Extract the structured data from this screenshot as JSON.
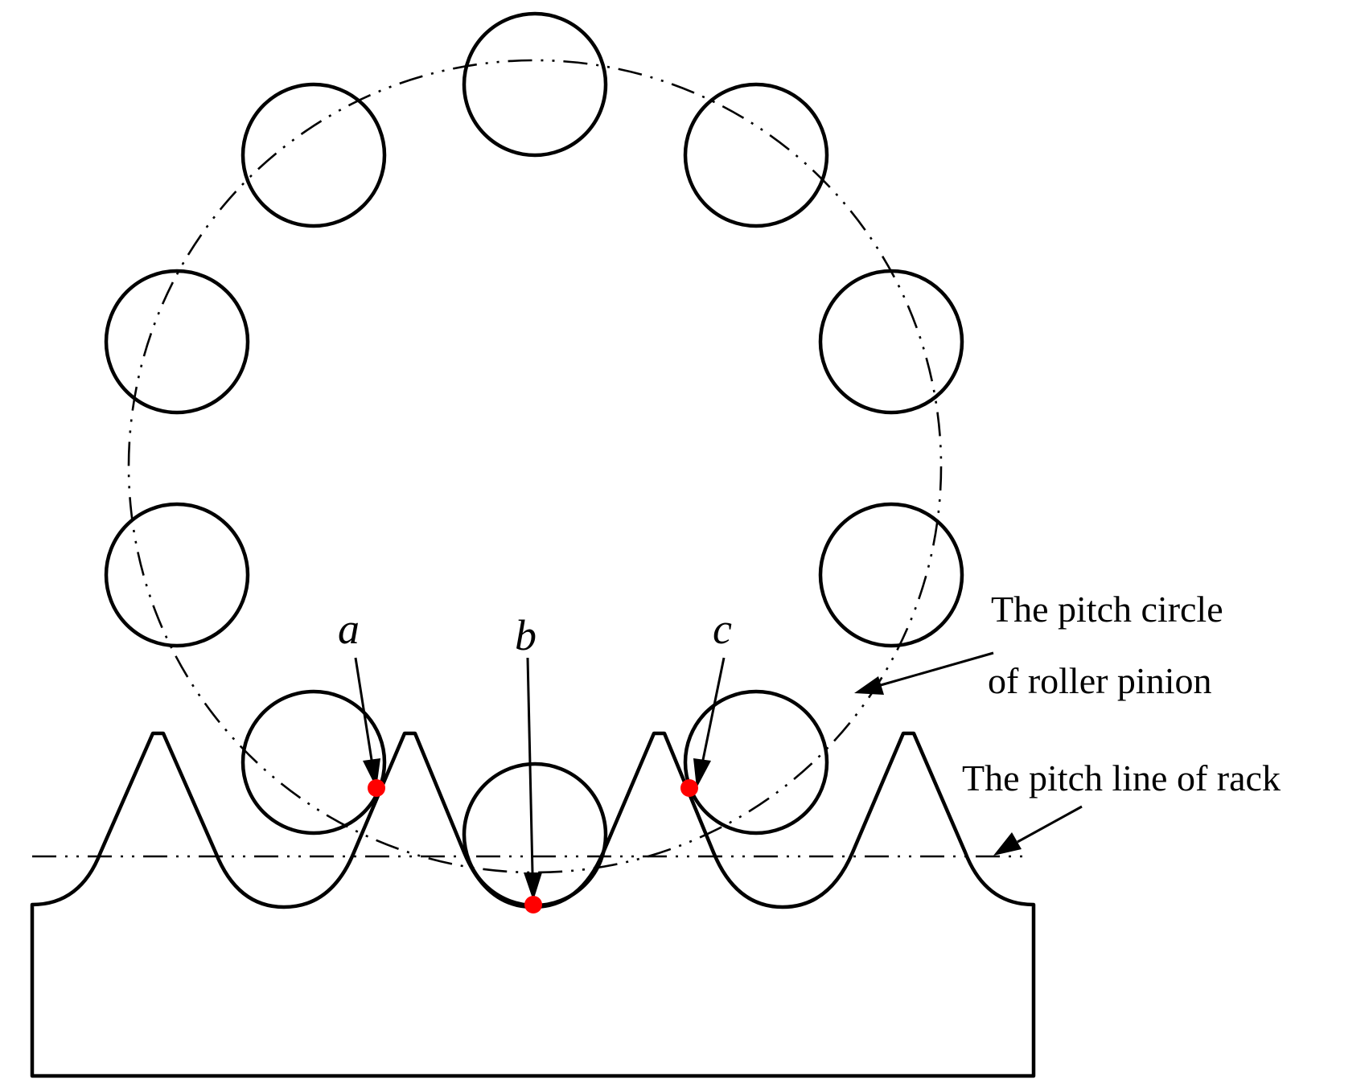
{
  "labels": {
    "point_a": "a",
    "point_b": "b",
    "point_c": "c"
  },
  "callouts": {
    "pitch_circle_line1": "The pitch circle",
    "pitch_circle_line2": "of roller pinion",
    "pitch_line": "The pitch line of rack"
  },
  "colors": {
    "line": "#000000",
    "contact_point": "#ff0000",
    "background": "#ffffff"
  }
}
